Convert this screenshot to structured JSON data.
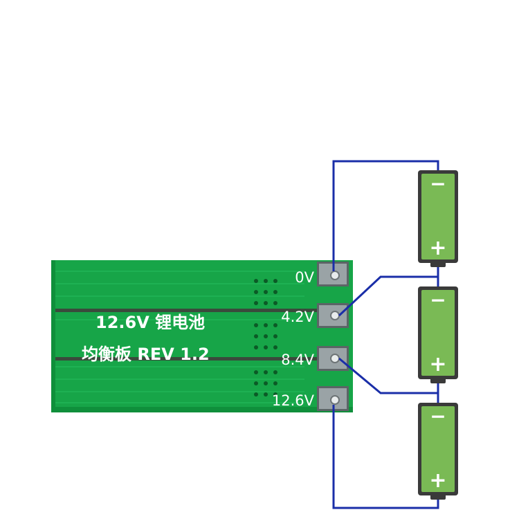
{
  "board": {
    "title_line1": "12.6V 锂电池",
    "title_line2": "均衡板 REV 1.2"
  },
  "pins": [
    {
      "label": "0V"
    },
    {
      "label": "4.2V"
    },
    {
      "label": "8.4V"
    },
    {
      "label": "12.6V"
    }
  ],
  "batteries": [
    {
      "negative": "−",
      "positive": "+"
    },
    {
      "negative": "−",
      "positive": "+"
    },
    {
      "negative": "−",
      "positive": "+"
    }
  ],
  "colors": {
    "pcb": "#17a548",
    "pcb_dark": "#0e8a37",
    "pcb_groove": "#3a4a3c",
    "wire": "#1a2ea8",
    "battery_body": "#7aba55",
    "battery_outline": "#3a3a3a",
    "pad_metal": "#9aa3a6"
  }
}
